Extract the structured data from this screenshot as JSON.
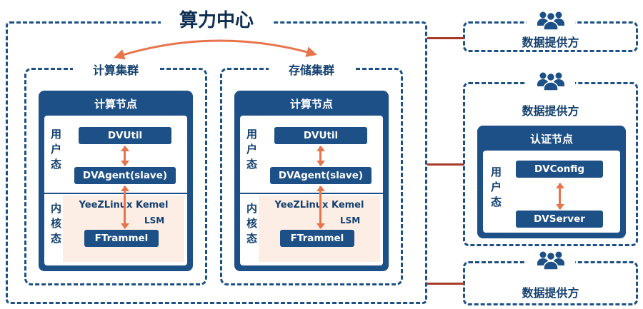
{
  "title": "算力中心",
  "colors": {
    "navy": "#1d5086",
    "navy_text": "#123f6e",
    "orange": "#e8744c",
    "red": "#a83a2a",
    "kernel_bg": "#fdeee5"
  },
  "clusters": [
    {
      "label": "计算集群",
      "node": {
        "title": "计算节点",
        "user_mode": "用户态",
        "kernel_mode": "内核态",
        "dvutil": "DVUtil",
        "dvagent": "DVAgent(slave)",
        "kernel_name": "YeeZLinux Kemel",
        "lsm": "LSM",
        "ftrammel": "FTrammel"
      }
    },
    {
      "label": "存储集群",
      "node": {
        "title": "计算节点",
        "user_mode": "用户态",
        "kernel_mode": "内核态",
        "dvutil": "DVUtil",
        "dvagent": "DVAgent(slave)",
        "kernel_name": "YeeZLinux Kemel",
        "lsm": "LSM",
        "ftrammel": "FTrammel"
      }
    }
  ],
  "providers": [
    {
      "label": "数据提供方"
    },
    {
      "label": "数据提供方"
    },
    {
      "label": "数据提供方"
    }
  ],
  "auth": {
    "title": "认证节点",
    "user_mode": "用户态",
    "dvconfig": "DVConfig",
    "dvserver": "DVServer"
  },
  "icons": {
    "provider": "people-group-icon",
    "cluster_link": "curved-double-arrow-icon",
    "flow": "vertical-double-arrow-icon"
  }
}
